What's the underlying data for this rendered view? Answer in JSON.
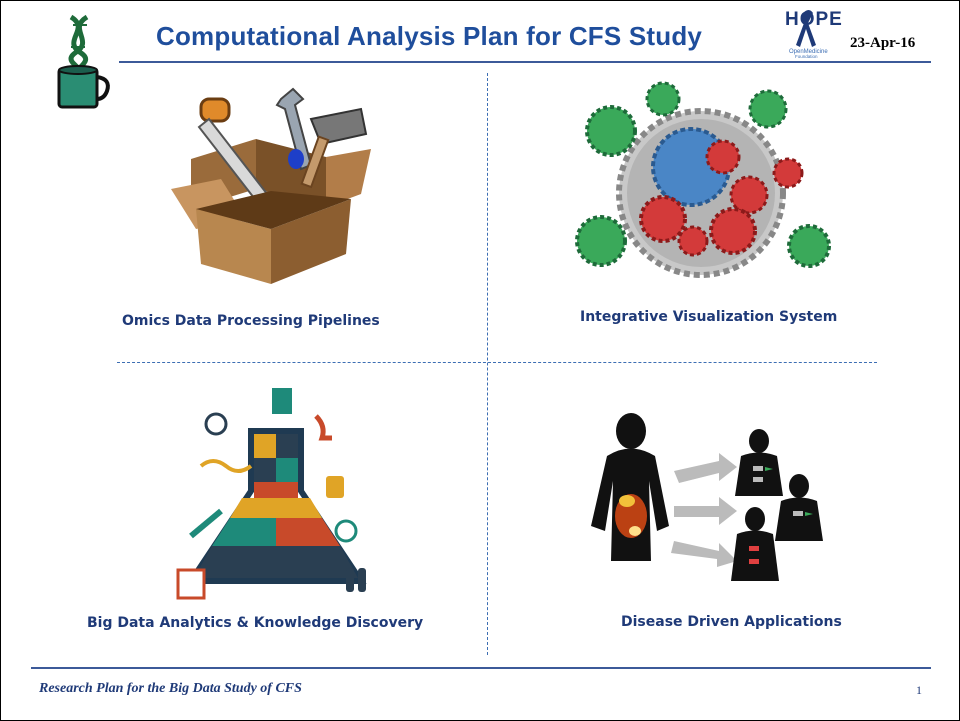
{
  "header": {
    "title": "Computational Analysis Plan for CFS Study",
    "date": "23-Apr-16",
    "hope_logo_text": "HOPE",
    "hope_logo_subtext": "OpenMedicine Foundation"
  },
  "panels": [
    {
      "label": "Omics Data Processing Pipelines",
      "icon": "toolbox-icon"
    },
    {
      "label": "Integrative Visualization System",
      "icon": "gears-network-icon"
    },
    {
      "label": "Big Data Analytics & Knowledge Discovery",
      "icon": "science-flask-icon"
    },
    {
      "label": "Disease Driven Applications",
      "icon": "human-silhouettes-icon"
    }
  ],
  "footer": {
    "text": "Research Plan for the Big Data Study of CFS",
    "page_number": "1"
  },
  "colors": {
    "title_blue": "#1f4e9c",
    "rule_blue": "#3c5a99",
    "label_navy": "#1f3a78"
  }
}
